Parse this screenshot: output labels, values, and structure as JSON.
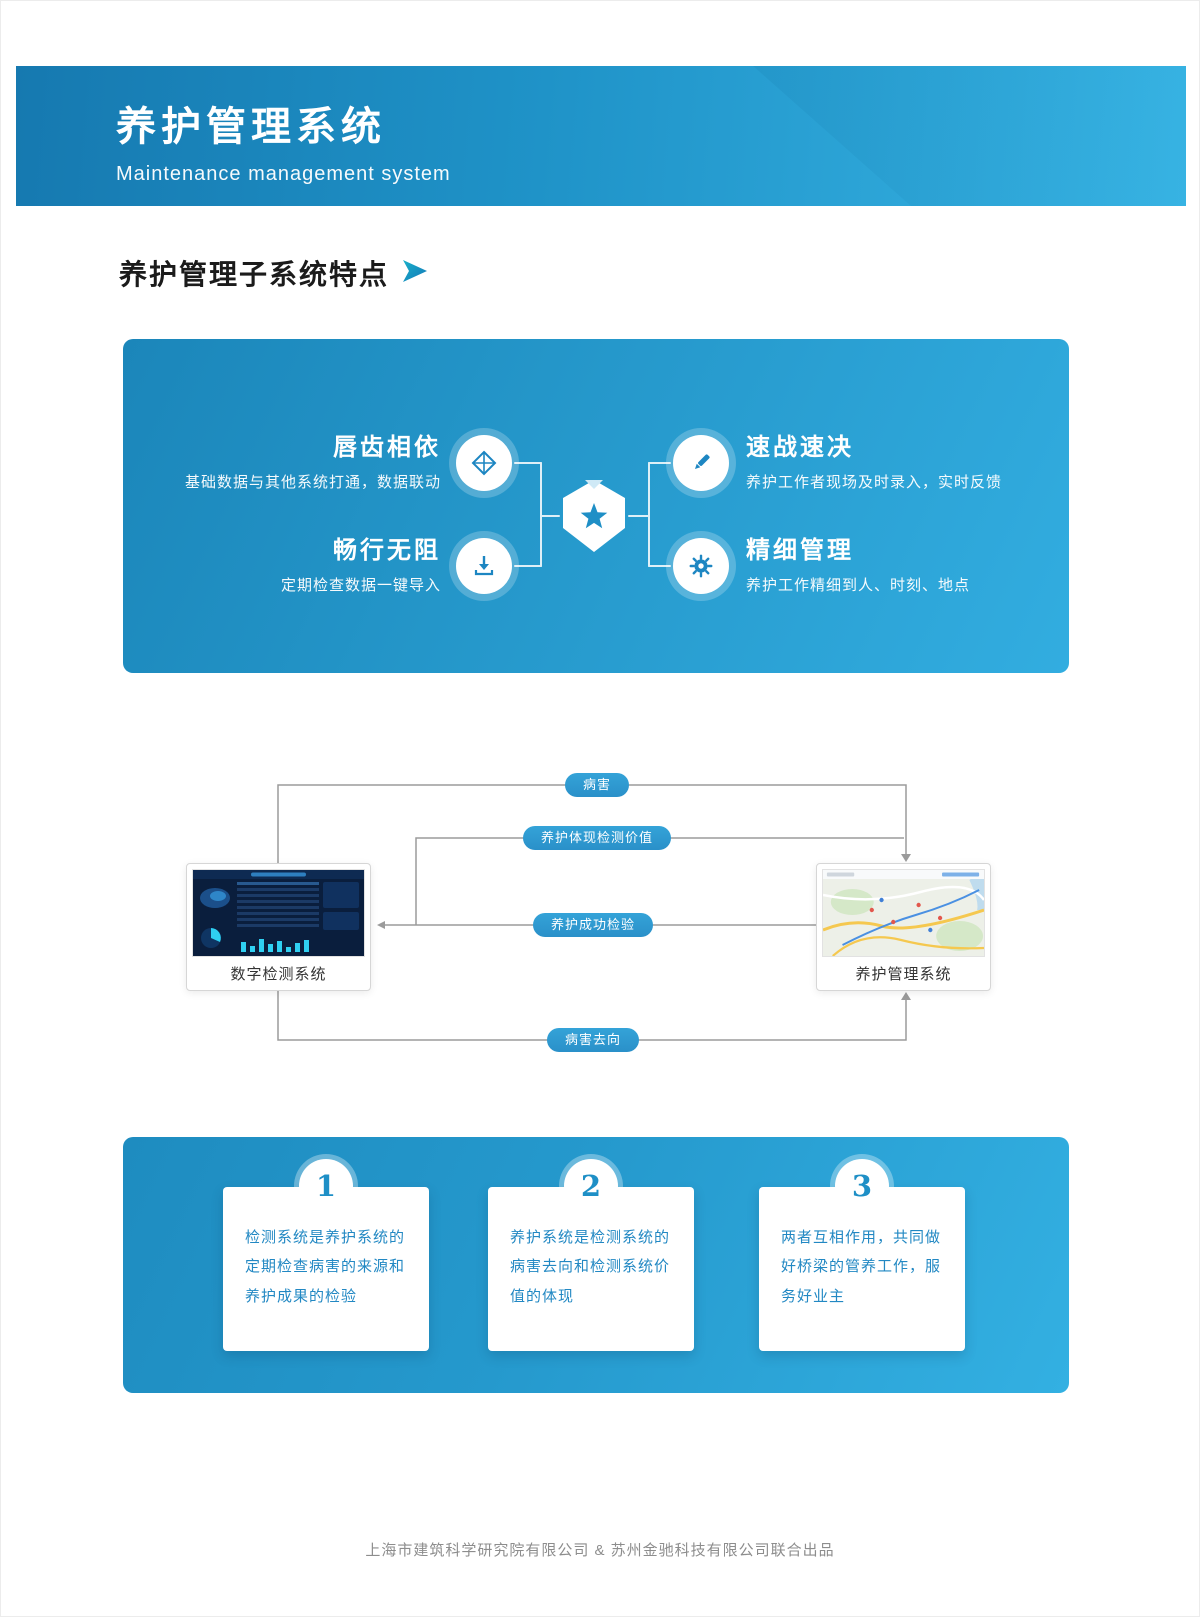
{
  "header": {
    "title": "养护管理系统",
    "subtitle": "Maintenance management system"
  },
  "section": {
    "heading": "养护管理子系统特点"
  },
  "features": {
    "center_icon": "star-badge-icon",
    "items": [
      {
        "title": "唇齿相依",
        "desc": "基础数据与其他系统打通，数据联动",
        "icon": "kite-link-icon"
      },
      {
        "title": "速战速决",
        "desc": "养护工作者现场及时录入，实时反馈",
        "icon": "pen-icon"
      },
      {
        "title": "畅行无阻",
        "desc": "定期检查数据一键导入",
        "icon": "download-icon"
      },
      {
        "title": "精细管理",
        "desc": "养护工作精细到人、时刻、地点",
        "icon": "gear-icon"
      }
    ]
  },
  "flow": {
    "left_node": {
      "label": "数字检测系统",
      "thumbnail": "dashboard-thumbnail"
    },
    "right_node": {
      "label": "养护管理系统",
      "thumbnail": "map-thumbnail"
    },
    "labels": {
      "top": "病害",
      "upper": "养护体现检测价值",
      "middle": "养护成功检验",
      "bottom": "病害去向"
    }
  },
  "steps": {
    "items": [
      {
        "number": "1",
        "text": "检测系统是养护系统的定期检查病害的来源和养护成果的检验"
      },
      {
        "number": "2",
        "text": "养护系统是检测系统的病害去向和检测系统价值的体现"
      },
      {
        "number": "3",
        "text": "两者互相作用，共同做好桥梁的管养工作，服务好业主"
      }
    ]
  },
  "page": {
    "footer": "上海市建筑科学研究院有限公司 & 苏州金驰科技有限公司联合出品"
  },
  "colors": {
    "banner_left": "#1679b0",
    "banner_right": "#38b4e4",
    "panel_gradient_start": "#1b86ba",
    "panel_gradient_end": "#32ade0",
    "accent_blue": "#1d86c2",
    "pill_blue": "#2a90c9",
    "card_text_blue": "#2288c3",
    "line_gray": "#9b9b9b"
  }
}
